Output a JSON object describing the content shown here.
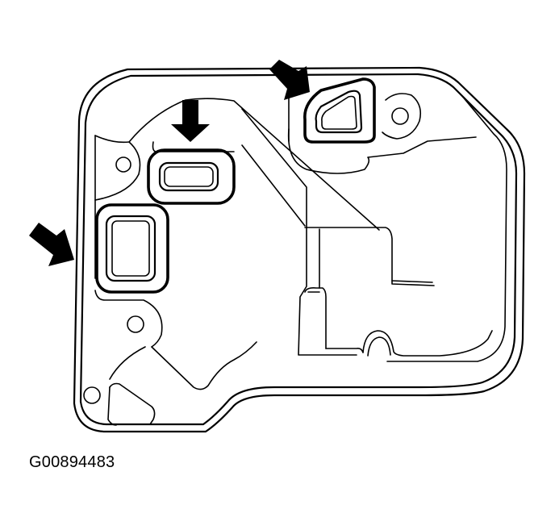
{
  "figure": {
    "description": "Cover/housing gasket line drawing with three arrows indicating seal locations",
    "arrows": [
      {
        "id": "arrow-top-right",
        "points_to": "triangular seal near top right"
      },
      {
        "id": "arrow-top-center",
        "points_to": "upper rectangular seal"
      },
      {
        "id": "arrow-left",
        "points_to": "left rectangular seal"
      }
    ],
    "colors": {
      "line": "#000000",
      "background": "#ffffff"
    }
  },
  "caption": {
    "code": "G00894483"
  }
}
